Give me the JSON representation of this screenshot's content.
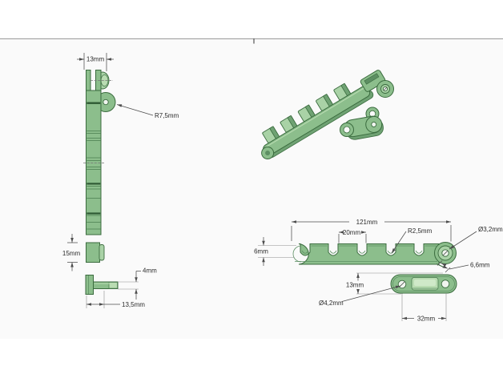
{
  "drawing": {
    "side_view": {
      "fork_width": "13mm",
      "tab_radius": "R7,5mm"
    },
    "cylinder_view": {
      "height": "15mm"
    },
    "pin_view": {
      "stem_thickness": "4mm",
      "head_length": "13,5mm"
    },
    "top_view": {
      "overall_length": "121mm",
      "slot_pitch": "20mm",
      "slot_radius": "R2,5mm",
      "hole_diameter": "Ø3,2mm",
      "rail_width": "6mm",
      "edge_width": "6,6mm"
    },
    "plate_view": {
      "offset": "13mm",
      "hole_diameter": "Ø4,2mm",
      "hole_spacing": "32mm"
    }
  },
  "colors": {
    "part_fill": "#8cbe8c",
    "part_light": "#a9d2a6",
    "part_outline": "#3a6b3e",
    "dimension_line": "#4d4d4d",
    "sheet_background": "#fafafa",
    "frame_line": "#9a9a9a"
  }
}
